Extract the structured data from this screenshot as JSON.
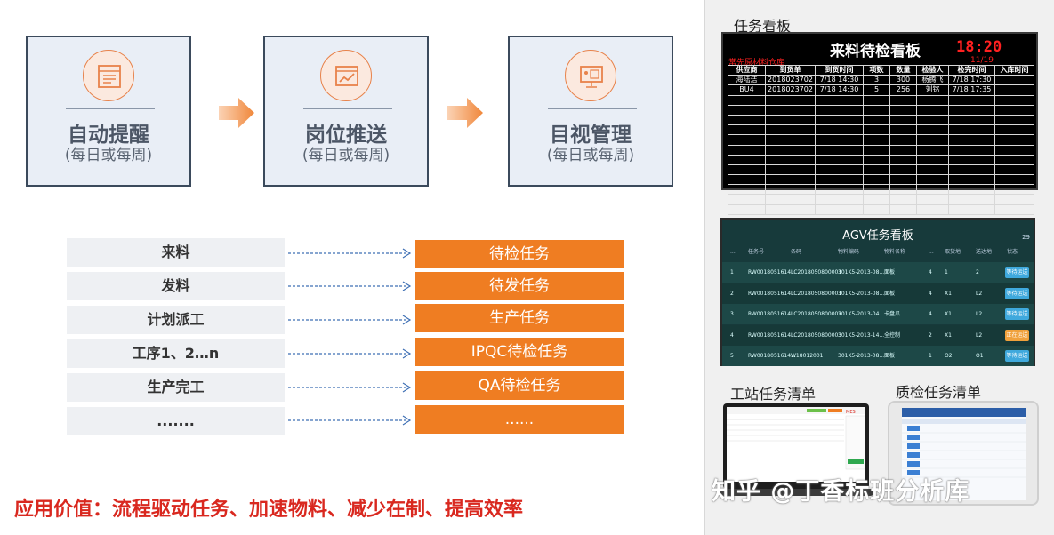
{
  "flow_boxes": [
    {
      "icon": "document-list-icon",
      "title": "自动提醒",
      "subtitle": "(每日或每周)"
    },
    {
      "icon": "browser-chart-icon",
      "title": "岗位推送",
      "subtitle": "(每日或每周)"
    },
    {
      "icon": "presentation-board-icon",
      "title": "目视管理",
      "subtitle": "(每日或每周)"
    }
  ],
  "mappings": [
    {
      "source": "来料",
      "task": "待检任务"
    },
    {
      "source": "发料",
      "task": "待发任务"
    },
    {
      "source": "计划派工",
      "task": "生产任务"
    },
    {
      "source": "工序1、2…n",
      "task": "IPQC待检任务"
    },
    {
      "source": "生产完工",
      "task": "QA待检任务"
    },
    {
      "source": ".......",
      "task": "......"
    }
  ],
  "value_statement": "应用价值：流程驱动任务、加速物料、减少在制、提高效率",
  "right_panel": {
    "task_board_caption": "任务看板",
    "incoming_board": {
      "title": "来料待检看板",
      "time": "18:20",
      "date": "11/19",
      "subtitle": "常先原材料仓库",
      "columns": [
        "供应商",
        "到货单",
        "到货时间",
        "项数",
        "数量",
        "检验人",
        "检完时间",
        "入库时间"
      ],
      "rows": [
        [
          "海陆洁",
          "2018023702",
          "7/18 14:30",
          "3",
          "300",
          "杨腾飞",
          "7/18 17:30",
          ""
        ],
        [
          "BU4",
          "2018023702",
          "7/18 14:30",
          "5",
          "256",
          "刘铭",
          "7/18 17:35",
          ""
        ]
      ],
      "blank_rows": 12
    },
    "agv_board": {
      "title": "AGV任务看板",
      "page_number": "29",
      "columns": [
        "...",
        "任务号",
        "条码",
        "物料编码",
        "物料名称",
        "...",
        "取货地",
        "送达地",
        "状态"
      ],
      "rows": [
        [
          "1",
          "RW0018051614...",
          "LC2018050800001",
          "301K5-2013-08...",
          "面板",
          "4",
          "1",
          "2",
          "等待运送"
        ],
        [
          "2",
          "RW0018051614...",
          "LC2018050800001",
          "301K5-2013-08...",
          "面板",
          "4",
          "X1",
          "L2",
          "等待运送"
        ],
        [
          "3",
          "RW0018051614...",
          "LC2018050800002",
          "301K5-2013-04...",
          "卡盘爪",
          "4",
          "X1",
          "L2",
          "等待运送"
        ],
        [
          "4",
          "RW0018051614...",
          "LC2018050800003",
          "301K5-2013-14...",
          "全控制",
          "2",
          "X1",
          "L2",
          "正在运送"
        ],
        [
          "5",
          "RW0018051614...",
          "W18012001",
          "301K5-2013-08...",
          "面板",
          "1",
          "O2",
          "O1",
          "等待运送"
        ]
      ],
      "status_colors": {
        "waiting": "#3fa9dd",
        "moving": "#f0a13c"
      }
    },
    "workstation_caption": "工站任务清单",
    "quality_caption": "质检任务清单",
    "watermark": "知乎 @丁香标班分析库"
  },
  "colors": {
    "task_orange": "#ef7d22",
    "value_red": "#d9281f",
    "box_border": "#3b4a5c",
    "box_fill": "#e9eef6"
  }
}
